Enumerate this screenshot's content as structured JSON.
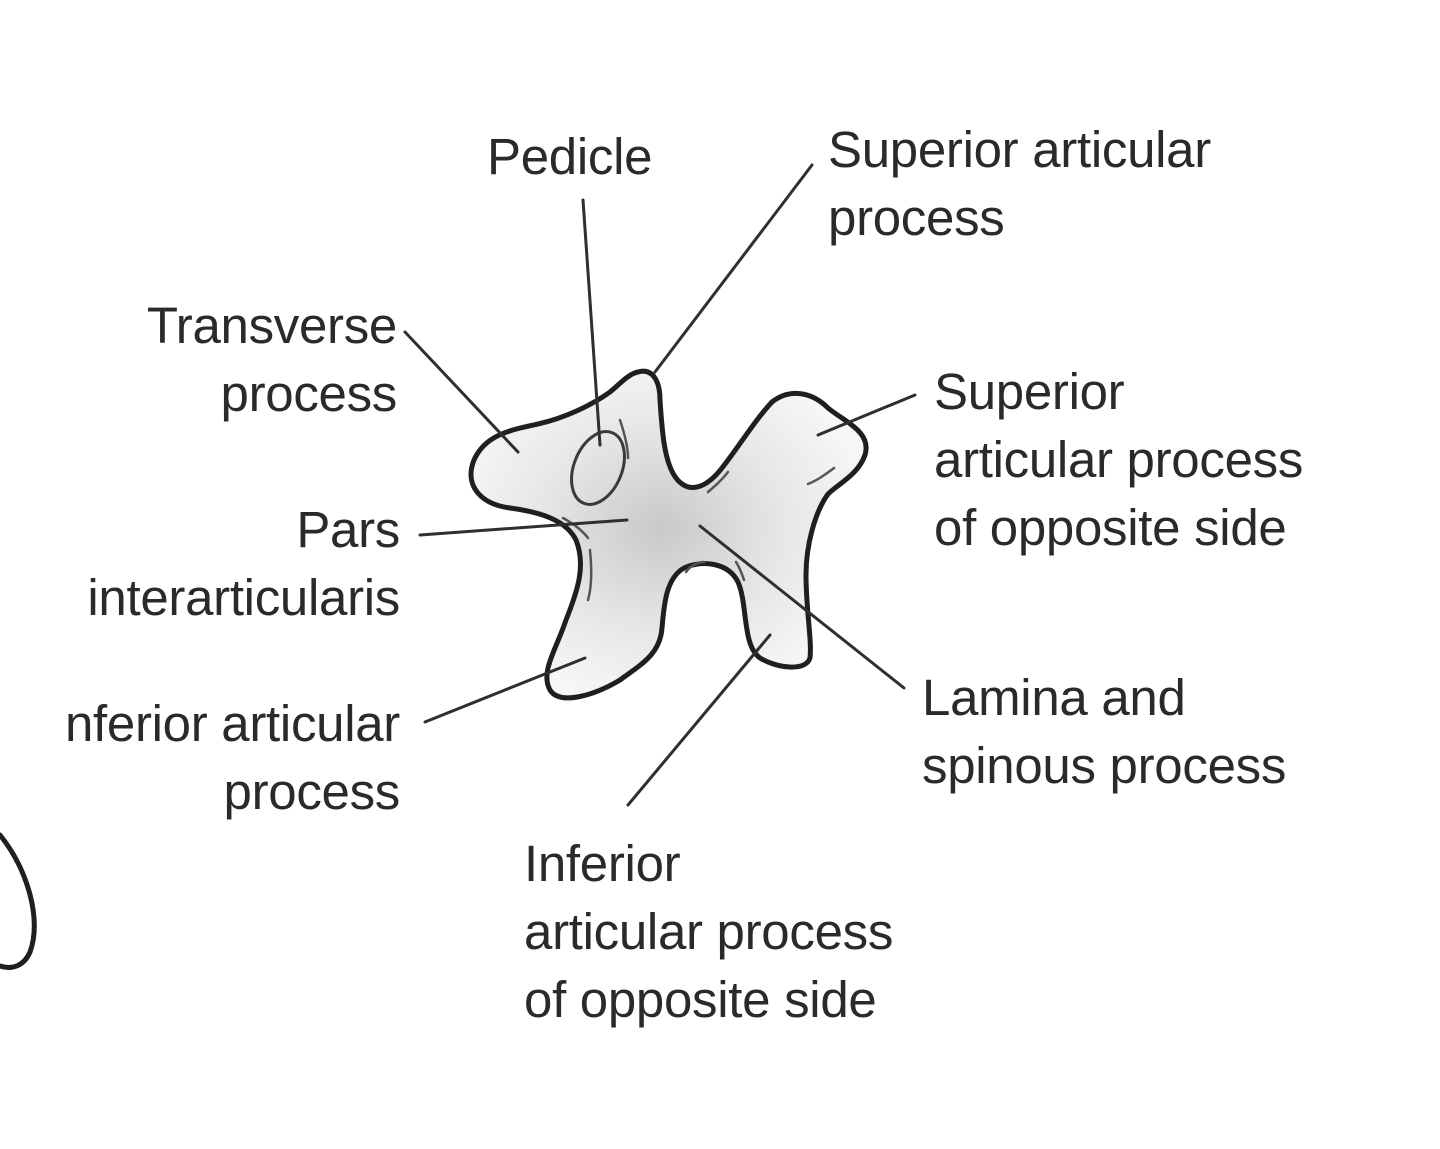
{
  "labels": {
    "pedicle": "Pedicle",
    "superior_articular_process": {
      "line1": "Superior articular",
      "line2": "process"
    },
    "transverse_process": {
      "line1": "Transverse",
      "line2": "process"
    },
    "superior_articular_process_opposite": {
      "line1": "Superior",
      "line2": "articular process",
      "line3": "of opposite side"
    },
    "pars_interarticularis": {
      "line1": "Pars",
      "line2": "interarticularis"
    },
    "inferior_articular_process": {
      "line1": "nferior articular",
      "line2": "process"
    },
    "lamina_and_spinous_process": {
      "line1": "Lamina and",
      "line2": "spinous process"
    },
    "inferior_articular_process_opposite": {
      "line1": "Inferior",
      "line2": "articular process",
      "line3": "of opposite side"
    }
  }
}
